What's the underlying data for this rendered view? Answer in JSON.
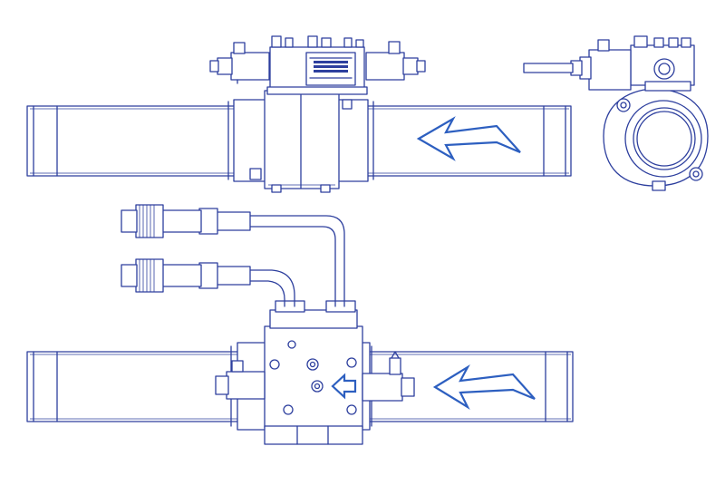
{
  "drawing": {
    "views": [
      {
        "name": "top-view"
      },
      {
        "name": "end-view"
      },
      {
        "name": "front-view"
      }
    ],
    "colors": {
      "line": "#2d3f9e",
      "arrow": "#2d5fc0",
      "background": "#ffffff"
    },
    "icons": [
      "flow-direction-arrow",
      "cable-connector",
      "bolt-head",
      "fitting"
    ]
  }
}
